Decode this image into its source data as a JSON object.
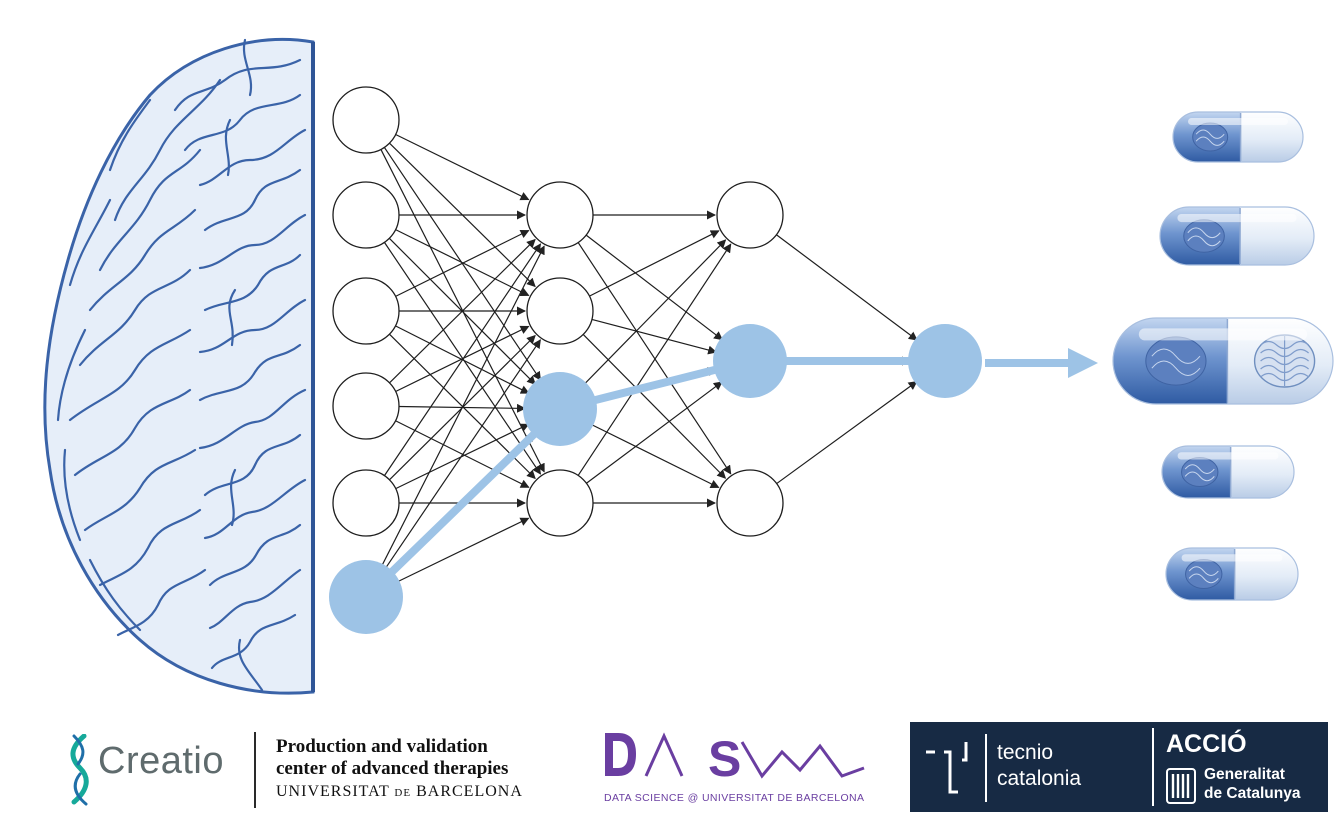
{
  "diagram": {
    "layers": [
      {
        "id": "L1",
        "nodes": 6,
        "highlight": [
          5
        ]
      },
      {
        "id": "L2",
        "nodes": 4,
        "highlight": [
          2
        ]
      },
      {
        "id": "L3",
        "nodes": 3,
        "highlight": [
          1
        ]
      },
      {
        "id": "L4",
        "nodes": 1,
        "highlight": [
          0
        ]
      }
    ],
    "highlight_path": [
      [
        0,
        5
      ],
      [
        1,
        2
      ],
      [
        2,
        1
      ],
      [
        3,
        0
      ]
    ],
    "capsules": 5,
    "featured_capsule": 2
  },
  "colors": {
    "brain": "#3a63a8",
    "node_highlight": "#9dc3e6",
    "capsule_blue": "#6f95cf",
    "creatio_teal": "#16a99a",
    "dasl_purple": "#6a3ea1",
    "tecnio_navy": "#172a44"
  },
  "footer": {
    "creatio": {
      "name": "Creatio",
      "line1": "Production and validation",
      "line2": "center of advanced therapies",
      "line3a": "UNIVERSITAT ",
      "line3b": "DE",
      "line3c": " BARCELONA"
    },
    "dasl": {
      "subtitle": "DATA SCIENCE @ UNIVERSITAT DE BARCELONA"
    },
    "tecnio": {
      "line1": "tecnio",
      "line2": "catalonia",
      "accio": "ACCIÓ",
      "gen1": "Generalitat",
      "gen2": "de Catalunya"
    }
  }
}
